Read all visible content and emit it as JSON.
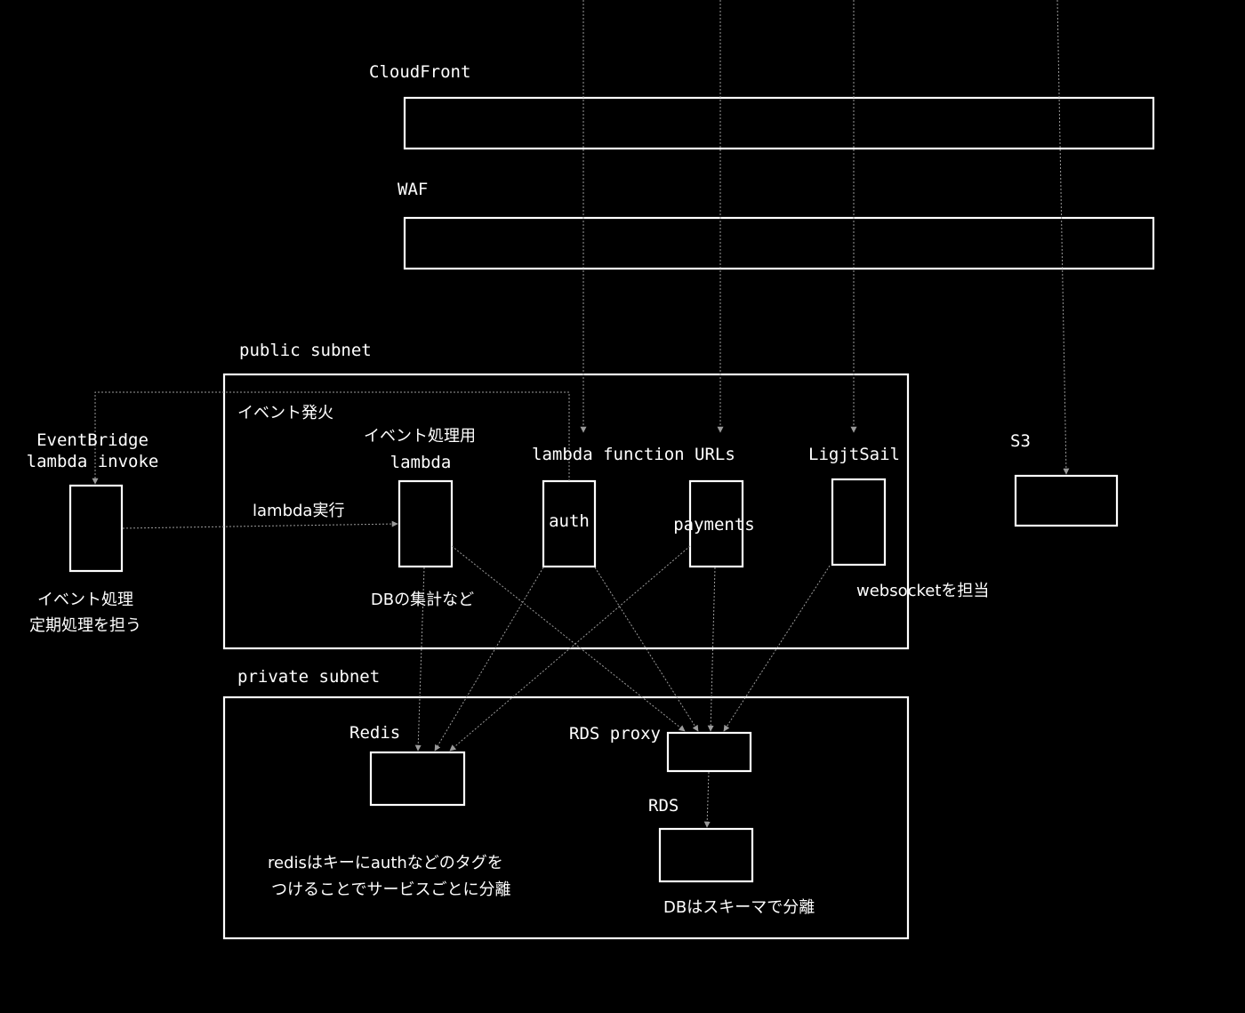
{
  "diagram": {
    "colors": {
      "background": "#000000",
      "stroke": "#ffffff",
      "arrow": "#9a9a9a"
    },
    "cloudfront": {
      "label": "CloudFront"
    },
    "waf": {
      "label": "WAF"
    },
    "public_subnet": {
      "label": "public subnet",
      "note": "イベント発火"
    },
    "private_subnet": {
      "label": "private subnet"
    },
    "eventbridge": {
      "label_line1": "EventBridge",
      "label_line2": "lambda invoke",
      "note_line1": "イベント処理",
      "note_line2": "定期処理を担う"
    },
    "event_lambda": {
      "label_line1": "イベント処理用",
      "label_line2": "lambda",
      "note": "DBの集計など"
    },
    "lambda_exec_label": "lambda実行",
    "function_urls": {
      "label": "lambda function URLs"
    },
    "auth": {
      "label": "auth"
    },
    "payments": {
      "label": "payments"
    },
    "lightsail": {
      "label": "LigjtSail",
      "note": "websocketを担当"
    },
    "s3": {
      "label": "S3"
    },
    "redis": {
      "label": "Redis",
      "note_line1": "redisはキーにauthなどのタグを",
      "note_line2": "つけることでサービスごとに分離"
    },
    "rds_proxy": {
      "label": "RDS proxy"
    },
    "rds": {
      "label": "RDS",
      "note": "DBはスキーマで分離"
    }
  }
}
